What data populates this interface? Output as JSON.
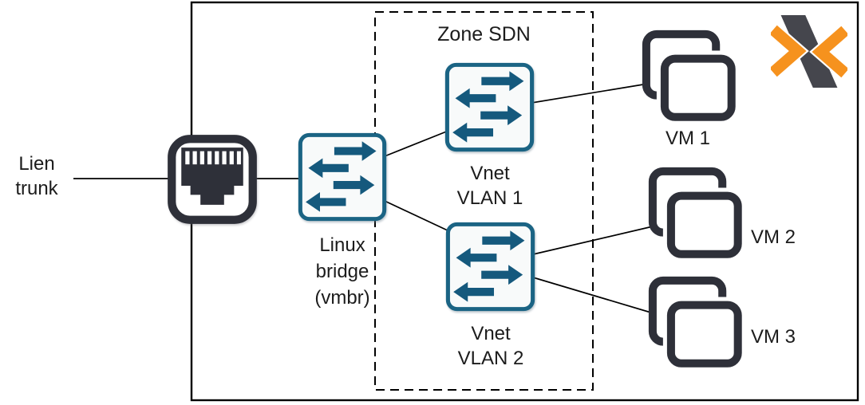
{
  "diagram": {
    "trunk_label": {
      "line1": "Lien",
      "line2": "trunk"
    },
    "bridge_label": {
      "line1": "Linux",
      "line2": "bridge",
      "line3": "(vmbr)"
    },
    "sdn_zone": {
      "title": "Zone SDN"
    },
    "vnet1_label": {
      "line1": "Vnet",
      "line2": "VLAN 1"
    },
    "vnet2_label": {
      "line1": "Vnet",
      "line2": "VLAN 2"
    },
    "vms": {
      "vm1": "VM 1",
      "vm2": "VM 2",
      "vm3": "VM 3"
    },
    "icons": {
      "ethernet": "ethernet-port-icon",
      "switch": "network-switch-icon",
      "vm": "vm-clone-icon",
      "logo": "proxmox-logo"
    },
    "colors": {
      "switch_border": "#1b6484",
      "switch_fill": "#f8fafa",
      "switch_arrow": "#15597d",
      "dark_icon": "#2e3039",
      "proxmox_orange": "#f6921e",
      "proxmox_gray": "#45464d",
      "connector": "#000000",
      "text": "#1c1c1c"
    }
  }
}
